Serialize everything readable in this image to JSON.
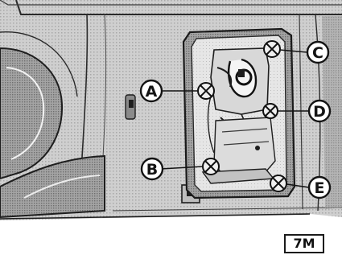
{
  "callouts": [
    {
      "id": "a",
      "label": "A"
    },
    {
      "id": "b",
      "label": "B"
    },
    {
      "id": "c",
      "label": "C"
    },
    {
      "id": "d",
      "label": "D"
    },
    {
      "id": "e",
      "label": "E"
    }
  ],
  "reference_code": "7M",
  "colors": {
    "paper": "#ffffff",
    "panel": "#c9c9c9",
    "panel_dark": "#9e9e9e",
    "line": "#1e1e1e",
    "plate": "#e9e9e9"
  }
}
